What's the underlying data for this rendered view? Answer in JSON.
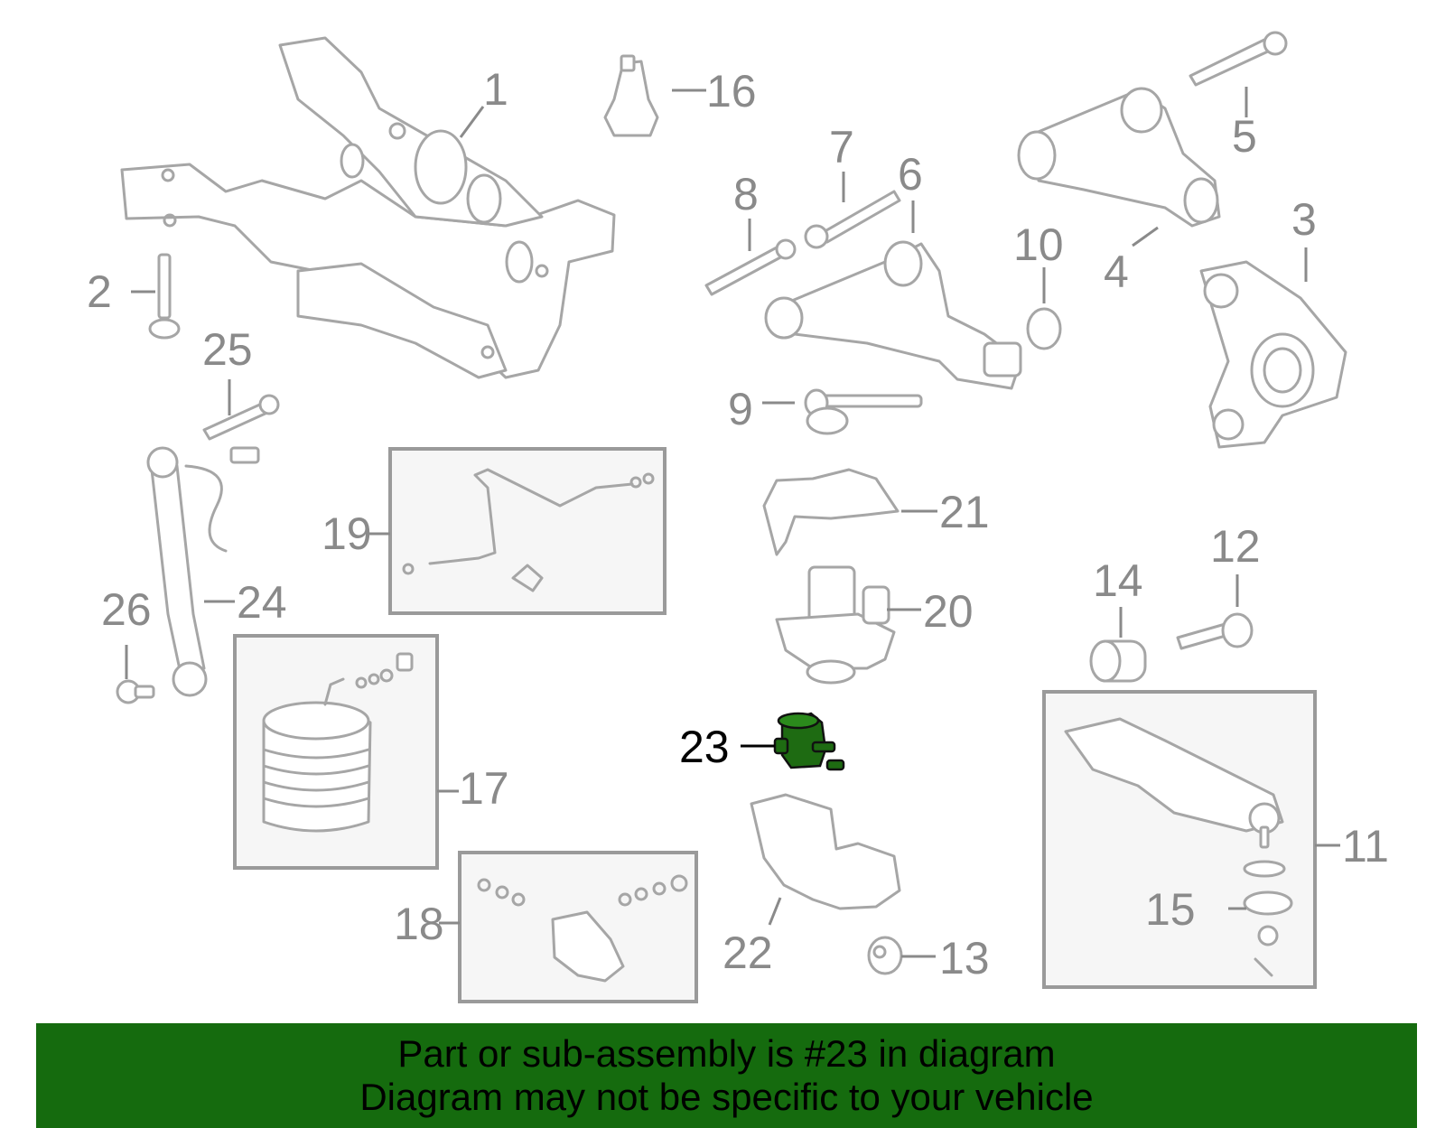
{
  "diagram": {
    "highlighted_part": "23",
    "highlight_color": "#1e6b12",
    "labels": [
      "1",
      "2",
      "3",
      "4",
      "5",
      "6",
      "7",
      "8",
      "9",
      "10",
      "11",
      "12",
      "13",
      "14",
      "15",
      "16",
      "17",
      "18",
      "19",
      "20",
      "21",
      "22",
      "23",
      "24",
      "25",
      "26"
    ]
  },
  "banner": {
    "line1": "Part or sub-assembly is #23 in diagram",
    "line2": "Diagram may not be specific to your vehicle",
    "color": "#156b0e"
  }
}
